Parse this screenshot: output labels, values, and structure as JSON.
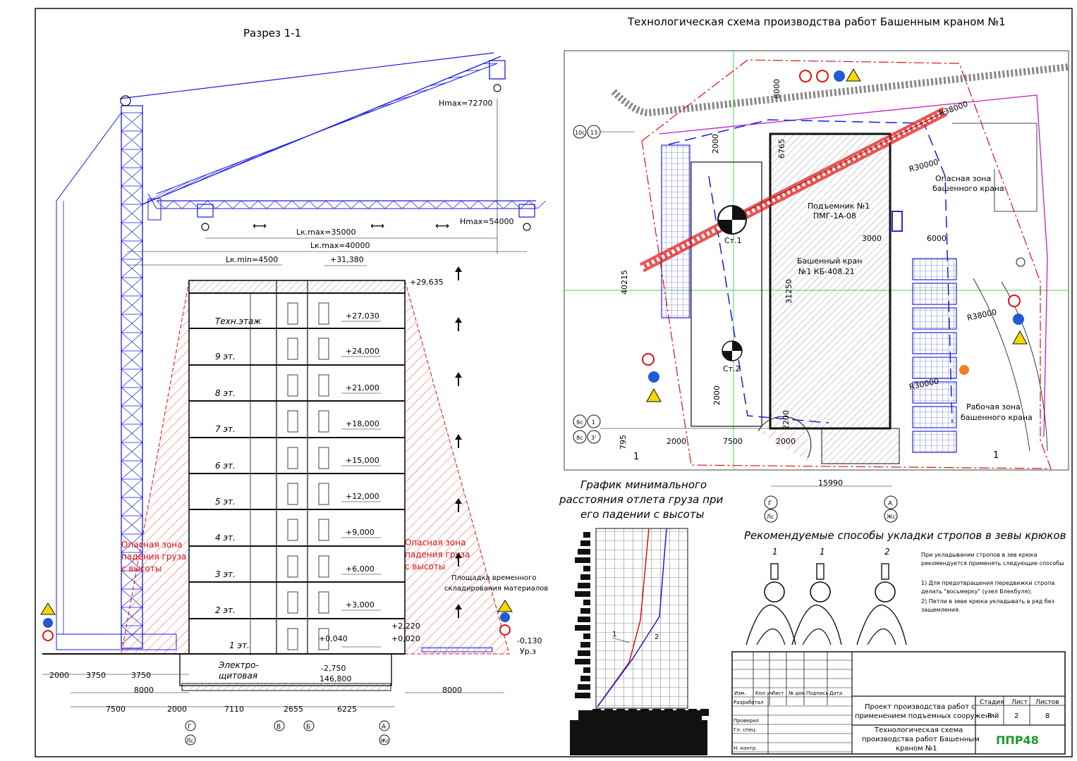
{
  "titles": {
    "section": "Разрез 1-1",
    "plan": "Технологическая схема производства работ Башенным краном №1",
    "graph": [
      "График минимального",
      "расстояния отлета груза при",
      "его падении с высоты"
    ],
    "slings": "Рекомендуемые способы укладки стропов в зевы крюков"
  },
  "section": {
    "crane_dims": {
      "hmax1": "Hmax=72700",
      "hmax2": "Hmax=54000",
      "lk1": "Lк.max=35000",
      "lk2": "Lк.max=40000",
      "lkmin": "Lк.min=4500"
    },
    "top_level": "+31,380",
    "roof_level": "+29,635",
    "floors": [
      {
        "label": "Техн.этаж",
        "level": "+27,030"
      },
      {
        "label": "9 эт.",
        "level": "+24,000"
      },
      {
        "label": "8 эт.",
        "level": "+21,000"
      },
      {
        "label": "7 эт.",
        "level": "+18,000"
      },
      {
        "label": "6 эт.",
        "level": "+15,000"
      },
      {
        "label": "5 эт.",
        "level": "+12,000"
      },
      {
        "label": "4 эт.",
        "level": "+9,000"
      },
      {
        "label": "3 эт.",
        "level": "+6,000"
      },
      {
        "label": "2 эт.",
        "level": "+3,000"
      },
      {
        "label": "1 эт.",
        "level": "+0,040"
      }
    ],
    "basement": {
      "label1": "Электро-",
      "label2": "щитовая",
      "lvl1": "-2,750",
      "lvl2": "146,800"
    },
    "right_levels": {
      "l1": "+2,220",
      "l2": "+0,020",
      "l3": "-0,130",
      "l4": "Ур.з"
    },
    "danger_left": [
      "Опасная зона",
      "падения груза",
      "с высоты"
    ],
    "danger_right": [
      "Опасная зона",
      "падения груза",
      "с высоты"
    ],
    "storage": [
      "Площадка временного",
      "складирования материалов"
    ],
    "dims_row1": [
      "2000",
      "3750",
      "3750"
    ],
    "dims_row2": [
      "8000",
      "8000"
    ],
    "dims_row3": [
      "7500",
      "2000",
      "7110",
      "2655",
      "6225"
    ],
    "axes": [
      {
        "top": "Г",
        "bot": "Лс"
      },
      {
        "top": "В",
        "bot": ""
      },
      {
        "top": "Б",
        "bot": ""
      },
      {
        "top": "А",
        "bot": "Жс"
      }
    ]
  },
  "plan": {
    "dims": {
      "d8000": "8000",
      "r38000a": "R38000",
      "r30000a": "R30000",
      "d2000a": "2000",
      "d6765": "6765",
      "d40215": "40215",
      "d31250": "31250",
      "d3000": "3000",
      "d6000": "6000",
      "r38000b": "R38000",
      "r30000b": "R30000",
      "d2000b": "2000",
      "d2200": "2200",
      "d795": "795",
      "d2000c": "2000",
      "d7500": "7500",
      "d2000d": "2000",
      "d15990": "15990"
    },
    "labels": {
      "danger_zone": [
        "Опасная зона",
        "башенного крана"
      ],
      "lift": [
        "Подъемник №1",
        "ПМГ-1А-08"
      ],
      "crane": [
        "Башенный кран",
        "№1 КБ-408.21"
      ],
      "work_zone": [
        "Рабочая зона",
        "башенного крана"
      ],
      "st1": "Ст.1",
      "st2": "Ст.2",
      "cut1": "1",
      "cut2": "1"
    },
    "axis_marks": {
      "a10c": "10с",
      "a13": "13",
      "a9c": "9с",
      "a1": "1",
      "a8c": "8с",
      "a3": "3'"
    },
    "axes": [
      {
        "top": "Г",
        "bot": "Лс"
      },
      {
        "top": "А",
        "bot": "Жс"
      }
    ]
  },
  "graph": {
    "curve1": "1",
    "curve2": "2"
  },
  "slings": {
    "figure_labels": [
      "1",
      "1",
      "2"
    ],
    "text": [
      "При укладывании стропов в зев крюка",
      "рекомендуется применять следующие способы",
      "",
      "1)  Для предотвращения передвижки стропа",
      "делать \"восьмерку\" (узел Блекбуля);",
      "2) Петли в зеве крюка укладывать в ряд без",
      "защемления."
    ]
  },
  "stamp": {
    "headers": [
      "Изм.",
      "Кол.уч.",
      "Лист",
      "№ док.",
      "Подпись",
      "Дата"
    ],
    "rows": [
      "Разработал",
      "",
      "Проверил",
      "Гл. спец.",
      "",
      "Н. контр."
    ],
    "project": [
      "Проект производства работ с",
      "применением подъемных сооружений"
    ],
    "stage_hdr": [
      "Стадия",
      "Лист",
      "Листов"
    ],
    "stage_val": [
      "Р",
      "2",
      "8"
    ],
    "sheet_title": [
      "Технологическая схема",
      "производства работ Башенным",
      "краном №1"
    ],
    "logo": "ППР48"
  }
}
